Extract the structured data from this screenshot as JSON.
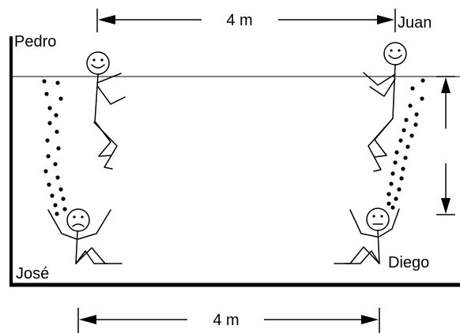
{
  "labels": {
    "top_distance": "4 m",
    "bottom_distance": "4 m",
    "names": {
      "pedro": "Pedro",
      "juan": "Juan",
      "jose": "José",
      "diego": "Diego"
    }
  },
  "figures": {
    "pedro": {
      "expression": "smiling",
      "pose": "jumping"
    },
    "juan": {
      "expression": "smiling",
      "pose": "jumping"
    },
    "jose": {
      "expression": "frowning",
      "pose": "sitting"
    },
    "diego": {
      "expression": "neutral",
      "pose": "sitting"
    }
  },
  "colors": {
    "ink": "#000000",
    "background": "#ffffff"
  }
}
